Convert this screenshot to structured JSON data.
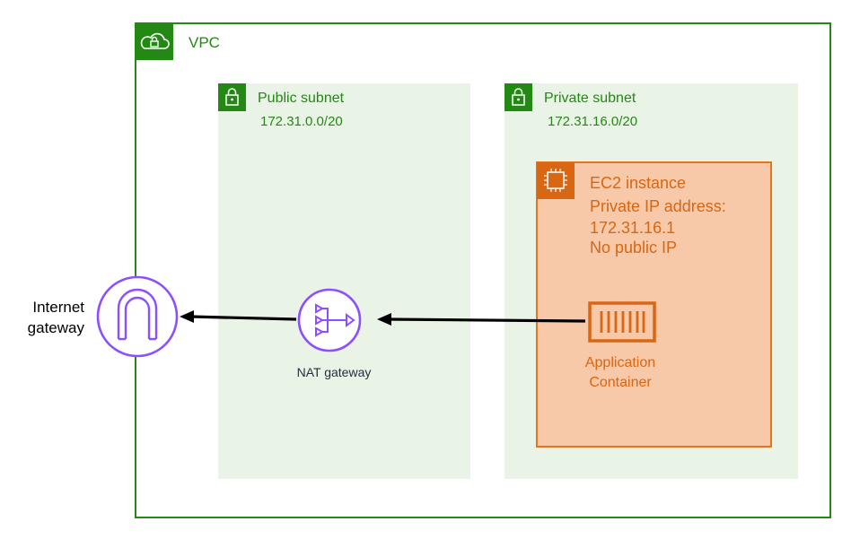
{
  "vpc": {
    "label": "VPC",
    "icon": "cloud-lock-icon"
  },
  "public_subnet": {
    "name": "Public subnet",
    "cidr": "172.31.0.0/20",
    "icon": "lock-icon"
  },
  "private_subnet": {
    "name": "Private subnet",
    "cidr": "172.31.16.0/20",
    "icon": "lock-icon"
  },
  "ec2": {
    "title": "EC2 instance",
    "ip_label": "Private IP address:",
    "ip": "172.31.16.1",
    "public_ip": "No public IP",
    "icon": "chip-icon"
  },
  "app": {
    "line1": "Application",
    "line2": "Container",
    "icon": "container-icon"
  },
  "nat": {
    "label": "NAT gateway",
    "icon": "nat-gateway-icon"
  },
  "igw": {
    "line1": "Internet",
    "line2": "gateway",
    "icon": "internet-gateway-icon"
  },
  "colors": {
    "vpc_green": "#248814",
    "subnet_fill": "#e9f3e6",
    "ec2_orange": "#d86613",
    "ec2_fill": "#f7c9a8",
    "icon_purple": "#8c4fff"
  }
}
